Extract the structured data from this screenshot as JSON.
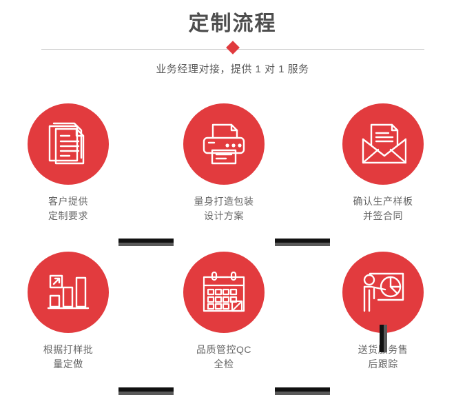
{
  "header": {
    "title": "定制流程",
    "subtitle": "业务经理对接，提供 1 对 1 服务",
    "divider_icon": "red-diamond",
    "accent_color": "#e23b3e",
    "title_color": "#4d4d4d",
    "divider_color": "#c9c9c9"
  },
  "flow": {
    "connector_dark_color": "#111111",
    "connector_gray_color": "#595959",
    "label_color": "#666666",
    "steps": [
      {
        "id": "step-1",
        "icon": "documents-stack-icon",
        "label": "客户提供\n定制要求"
      },
      {
        "id": "step-2",
        "icon": "printer-icon",
        "label": "量身打造包装\n设计方案"
      },
      {
        "id": "step-3",
        "icon": "envelope-letter-icon",
        "label": "确认生产样板\n并签合同"
      },
      {
        "id": "step-4",
        "icon": "bar-chart-arrow-icon",
        "label": "根据打样批\n量定做"
      },
      {
        "id": "step-5",
        "icon": "calendar-icon",
        "label": "品质管控QC\n全检"
      },
      {
        "id": "step-6",
        "icon": "presentation-person-pie-icon",
        "label": "送货服务售\n后跟踪"
      }
    ],
    "connectors": [
      {
        "id": "connector-1-2",
        "orientation": "horizontal"
      },
      {
        "id": "connector-2-3",
        "orientation": "horizontal"
      },
      {
        "id": "connector-3-6",
        "orientation": "vertical"
      },
      {
        "id": "connector-4-5",
        "orientation": "horizontal"
      },
      {
        "id": "connector-5-6",
        "orientation": "horizontal"
      }
    ]
  }
}
